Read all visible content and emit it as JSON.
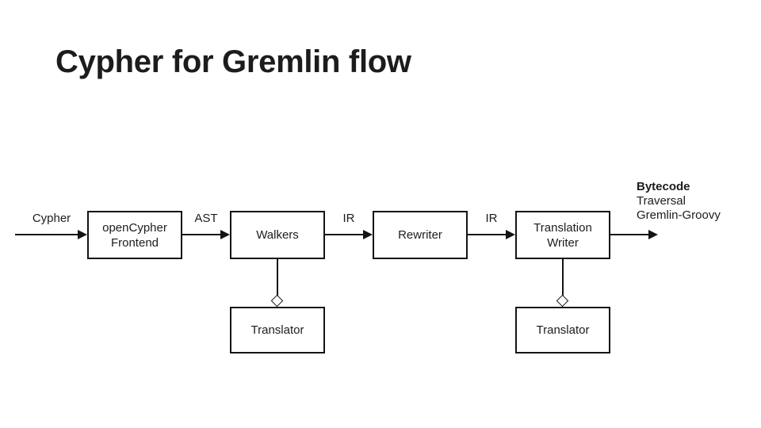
{
  "title": "Cypher for Gremlin flow",
  "diagram": {
    "input_label": "Cypher",
    "boxes": {
      "frontend": "openCypher\nFrontend",
      "walkers": "Walkers",
      "rewriter": "Rewriter",
      "translation_writer": "Translation\nWriter",
      "translator_left": "Translator",
      "translator_right": "Translator"
    },
    "edge_labels": {
      "ast": "AST",
      "ir1": "IR",
      "ir2": "IR"
    },
    "output": {
      "line1": "Bytecode",
      "line2": "Traversal",
      "line3": "Gremlin-Groovy"
    }
  },
  "colors": {
    "line": "#141414",
    "text": "#1c1c1c",
    "background": "#ffffff"
  }
}
